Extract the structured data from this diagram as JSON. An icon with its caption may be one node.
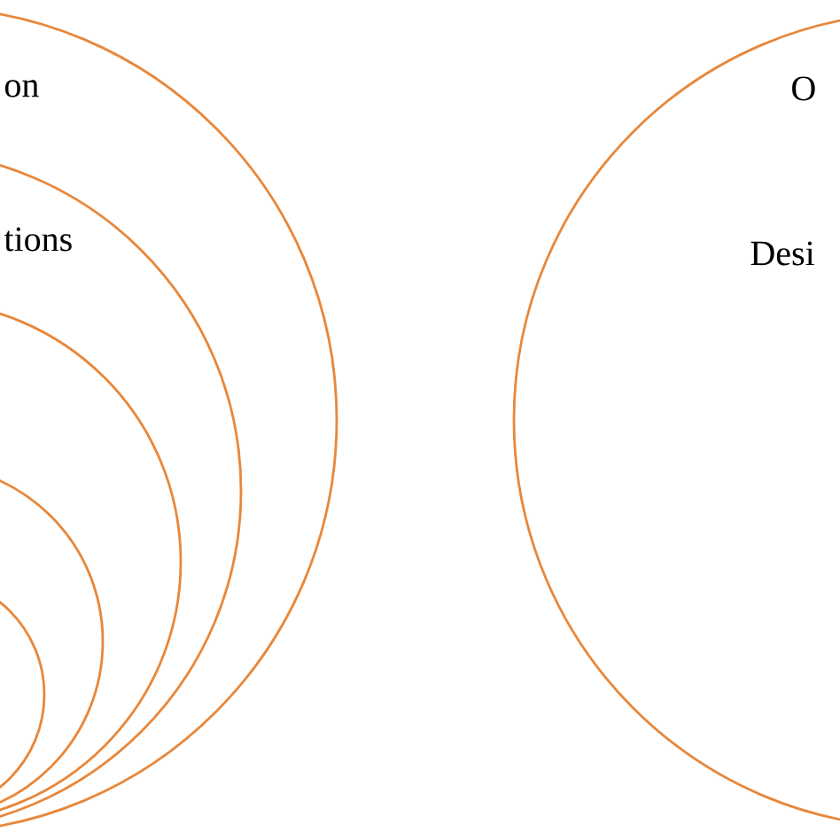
{
  "diagram": {
    "nodes": [
      {
        "text": [
          "on"
        ]
      },
      {
        "text": [
          "tions"
        ],
        "in": 0
      },
      {
        "text": [],
        "shape": "circle",
        "in": 1
      },
      {
        "text": [],
        "shape": "circle",
        "in": 2
      },
      {
        "text": [],
        "shape": "circle",
        "in": 3
      },
      {
        "text": [
          "O",
          "Desi"
        ]
      }
    ]
  }
}
